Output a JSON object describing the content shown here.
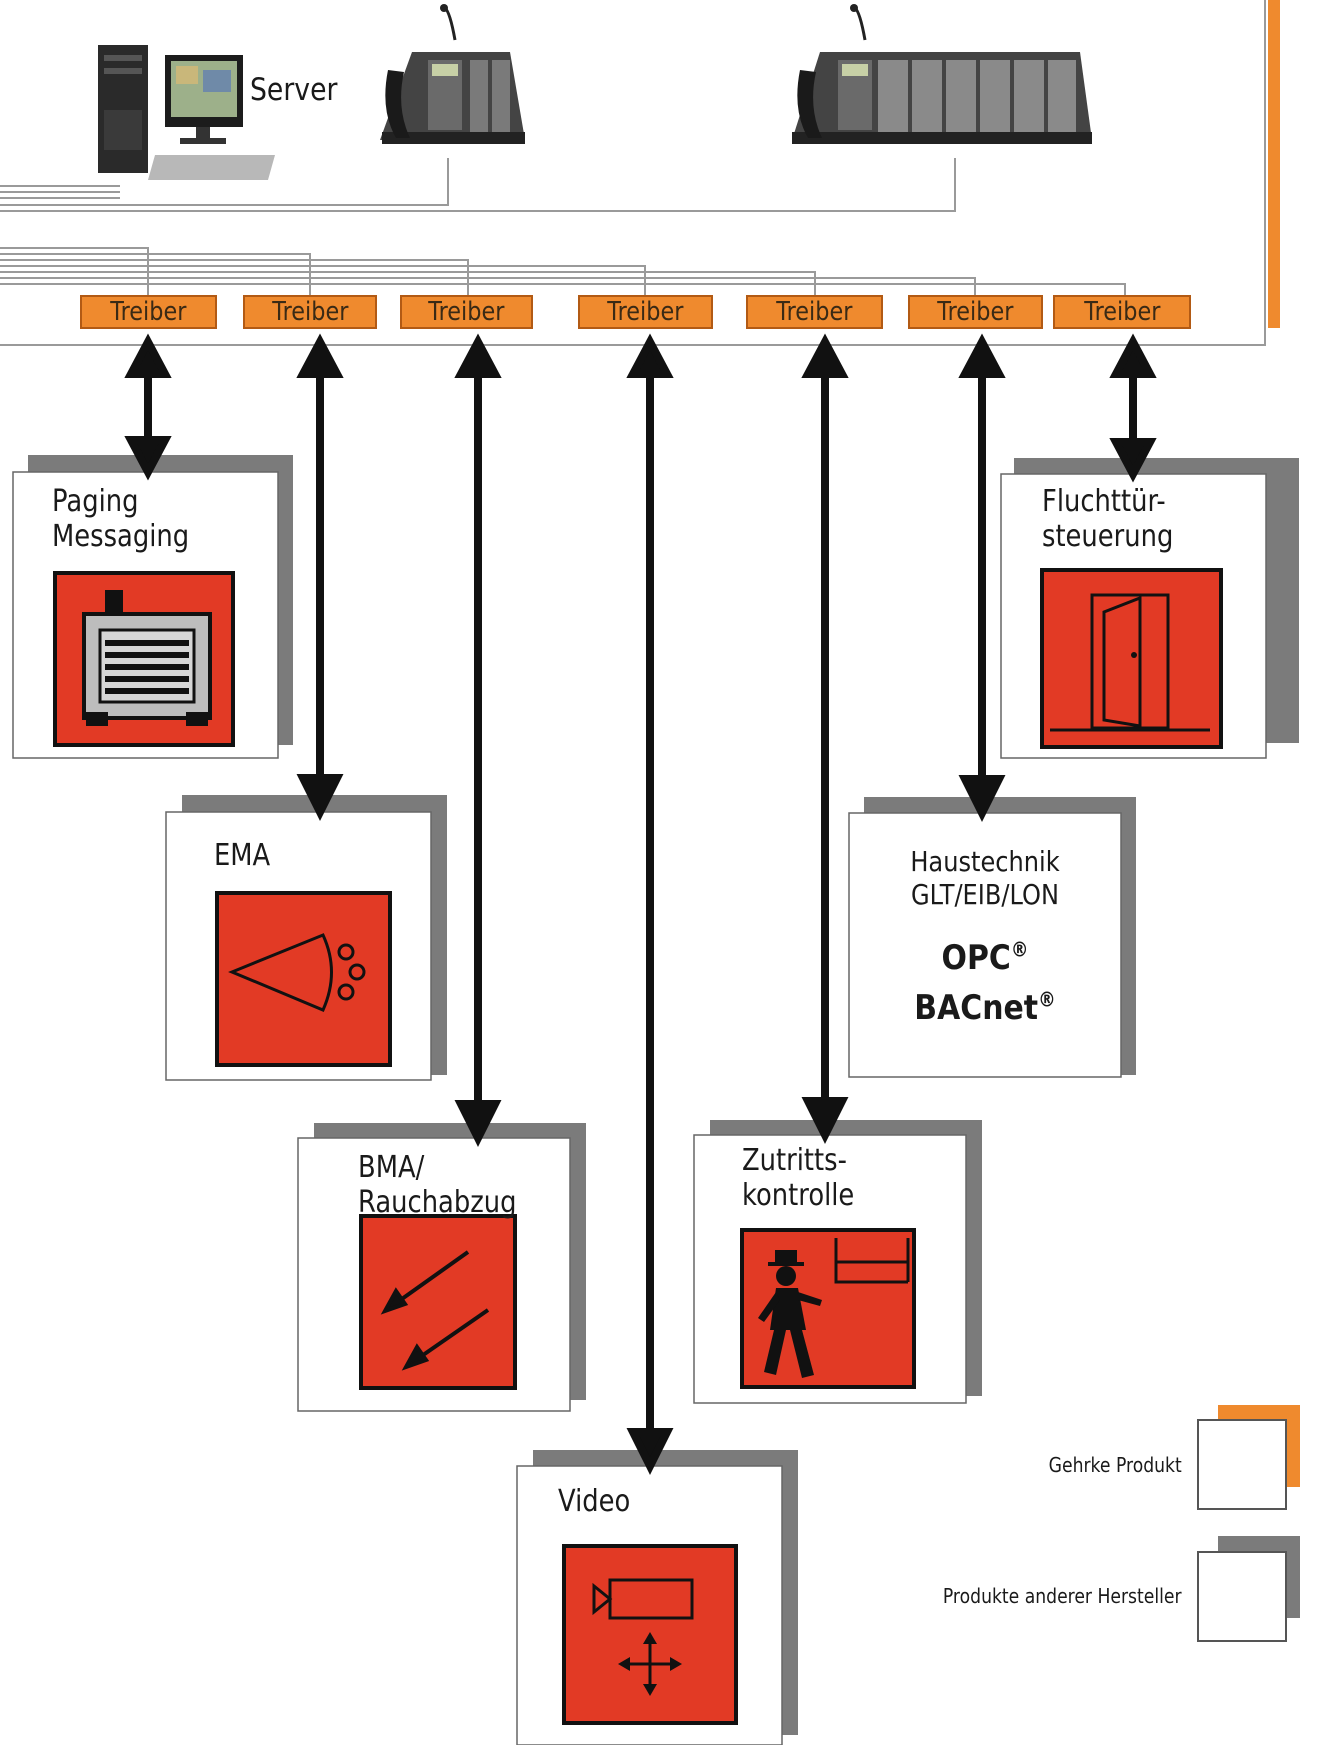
{
  "header": {
    "server_label": "Server"
  },
  "drivers": {
    "label": "Treiber",
    "count": 7
  },
  "systems": {
    "paging": {
      "line1": "Paging",
      "line2": "Messaging",
      "icon": "pager-device-icon"
    },
    "ema": {
      "line1": "EMA",
      "icon": "alarm-siren-icon"
    },
    "bma": {
      "line1": "BMA/",
      "line2": "Rauchabzug",
      "icon": "smoke-vent-arrows-icon"
    },
    "video": {
      "line1": "Video",
      "icon": "video-camera-icon"
    },
    "zutritt": {
      "line1": "Zutritts-",
      "line2": "kontrolle",
      "icon": "access-control-person-icon"
    },
    "haustechnik": {
      "line1": "Haustechnik",
      "line2": "GLT/EIB/LON",
      "opc": "OPC",
      "bacnet": "BACnet",
      "reg": "®"
    },
    "fluchttuer": {
      "line1": "Fluchttür-",
      "line2": "steuerung",
      "icon": "escape-door-icon"
    }
  },
  "legend": {
    "gehrke": "Gehrke Produkt",
    "andere": "Produkte anderer Hersteller"
  },
  "colors": {
    "orange": "#ef8a2e",
    "red_panel": "#e23a25",
    "shadow_gray": "#7b7b7b",
    "line_gray": "#8a8a8a"
  }
}
